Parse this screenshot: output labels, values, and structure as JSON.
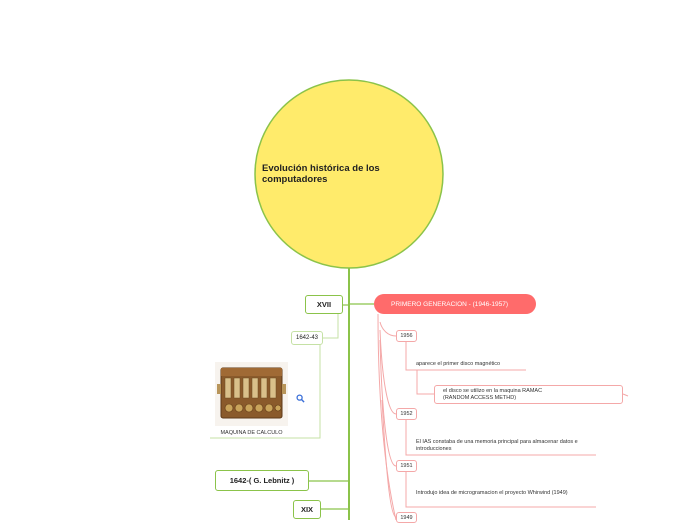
{
  "root": {
    "title": "Evolución histórica de los computadores",
    "color": "#ffeb6b",
    "border": "#8bc34a"
  },
  "branch_left": {
    "xvii": {
      "label": "XVII"
    },
    "year_1642_43": {
      "label": "1642-43"
    },
    "machine_caption": "MAQUINA DE CALCULO",
    "leibnitz": {
      "label": "1642-( G. Lebnitz )"
    },
    "xix": {
      "label": "XIX"
    }
  },
  "branch_right": {
    "generation": {
      "label": "PRIMERO GENERACION  - (1946-1957)",
      "color": "#ff6b6b"
    },
    "y1956": {
      "label": "1956"
    },
    "disk_first": "aparece el primer disco magnético",
    "disk_ramac": "el disco se utilizo en la maquina RAMAC (RANDOM  ACCESS METHD)",
    "y1952": {
      "label": "1952"
    },
    "ias": "El IAS constaba de una memoria principal para almacenar datos e introducciones",
    "y1951": {
      "label": "1951"
    },
    "whirlwind": "Introdujo idea de microgramacion el proyecto Whirwind (1949)",
    "y1949": {
      "label": "1949"
    }
  }
}
